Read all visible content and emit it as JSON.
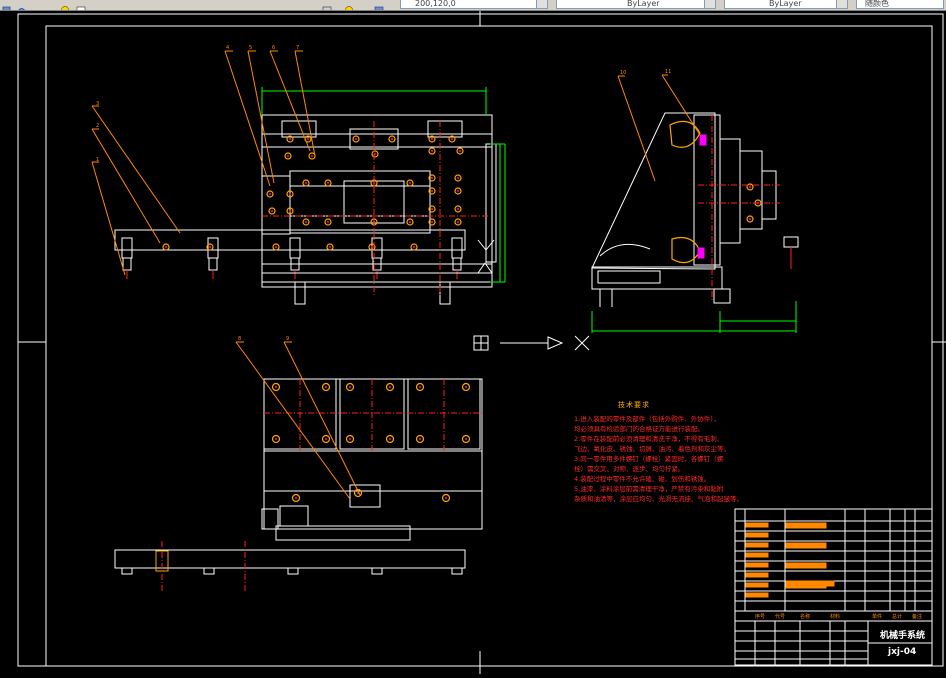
{
  "toolbar": {
    "coords_value": "200,120,0",
    "linetype_value": "ByLayer",
    "lineweight_value": "ByLayer",
    "plotstyle_value": "随颜色"
  },
  "drawing": {
    "colors": {
      "background": "#000000",
      "outline": "#ffffff",
      "centerline": "#ff2020",
      "dimension": "#00ff00",
      "leader": "#ff8800",
      "hole": "#ffa500",
      "accent": "#ff00ff"
    },
    "part_labels": [
      "1",
      "2",
      "3",
      "4",
      "5",
      "6",
      "7",
      "8",
      "9",
      "10",
      "11"
    ],
    "technical_requirements": {
      "title": "技术要求",
      "lines": [
        "1.进入装配的零件及部件（包括外购件、外协件），",
        "均必须具有检验部门的合格证方能进行装配。",
        "2.零件在装配前必须清理和清洗干净，不得有毛刺、",
        "飞边、氧化皮、锈蚀、切屑、油污、着色剂和灰尘等。",
        "3.同一零件用多件螺钉（螺栓）紧固时，各螺钉（螺",
        "栓）需交叉、对称、逐步、均匀拧紧。",
        "4.装配过程中零件不允许磕、碰、划伤和锈蚀。",
        "5.油漆、涂料涂层前需清理干净，严禁有污染和黏附",
        "杂质和油渍等，涂层应均匀、光滑无流挂、气泡和起皱等。"
      ]
    },
    "title_block": {
      "drawing_name": "机械手系统",
      "drawing_number": "jxj-04",
      "header": [
        "序号",
        "代号",
        "名称",
        "材料",
        "单件",
        "总计",
        "备注"
      ]
    }
  }
}
